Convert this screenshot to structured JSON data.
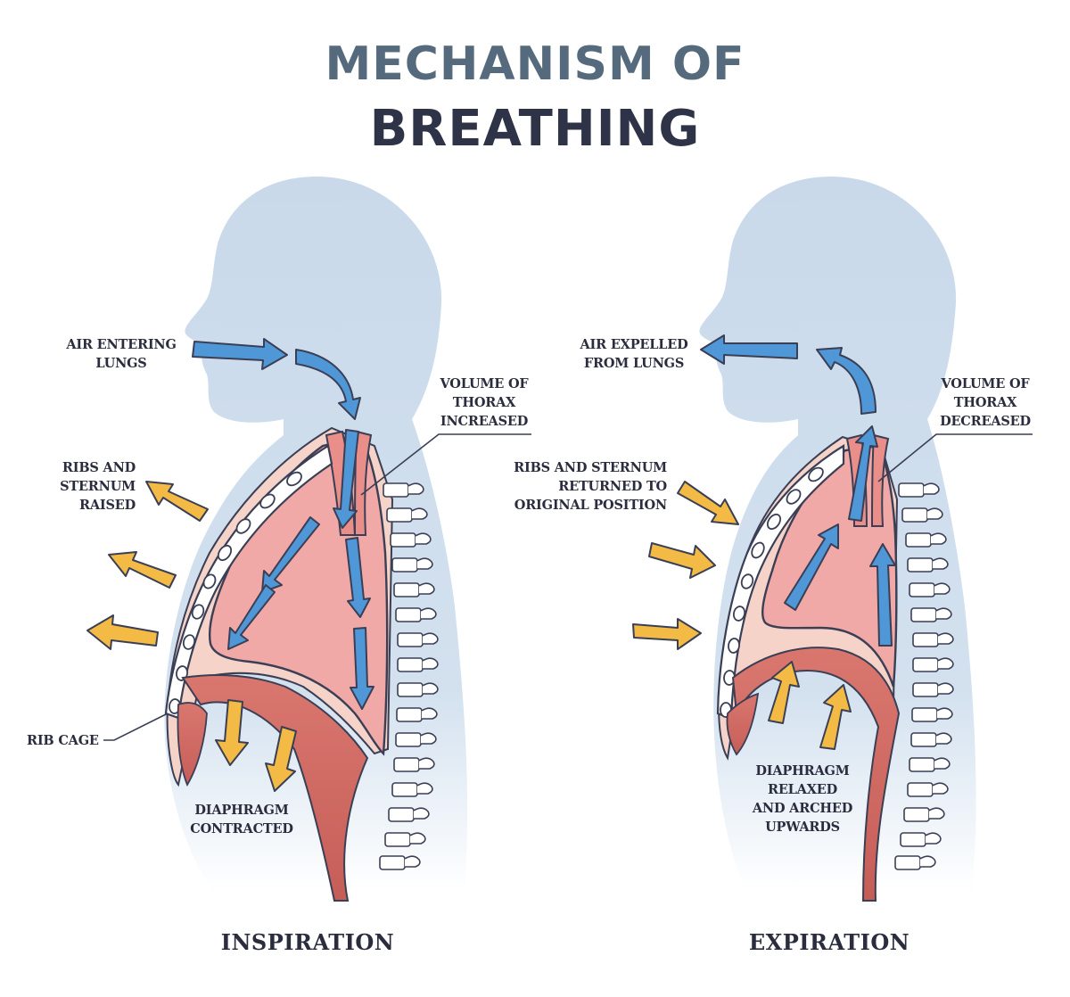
{
  "title": {
    "line1": "MECHANISM OF",
    "line2": "BREATHING"
  },
  "inspiration": {
    "caption": "INSPIRATION",
    "air_label": "AIR ENTERING\nLUNGS",
    "volume_label": "VOLUME OF\nTHORAX\nINCREASED",
    "ribs_label": "RIBS AND\nSTERNUM\nRAISED",
    "ribcage_label": "RIB CAGE",
    "diaphragm_label": "DIAPHRAGM\nCONTRACTED"
  },
  "expiration": {
    "caption": "EXPIRATION",
    "air_label": "AIR EXPELLED\nFROM LUNGS",
    "volume_label": "VOLUME OF\nTHORAX\nDECREASED",
    "ribs_label": "RIBS AND STERNUM\nRETURNED TO\nORIGINAL POSITION",
    "diaphragm_label": "DIAPHRAGM\nRELAXED\nAND ARCHED\nUPWARDS"
  },
  "colors": {
    "body": "#c9d9ea",
    "lung": "#f0a9a6",
    "tissue": "#f6d3c8",
    "muscle": "#d9776f",
    "air_arrow": "#4f97d6",
    "rib_arrow": "#f3bb45",
    "outline": "#3a3f55"
  }
}
